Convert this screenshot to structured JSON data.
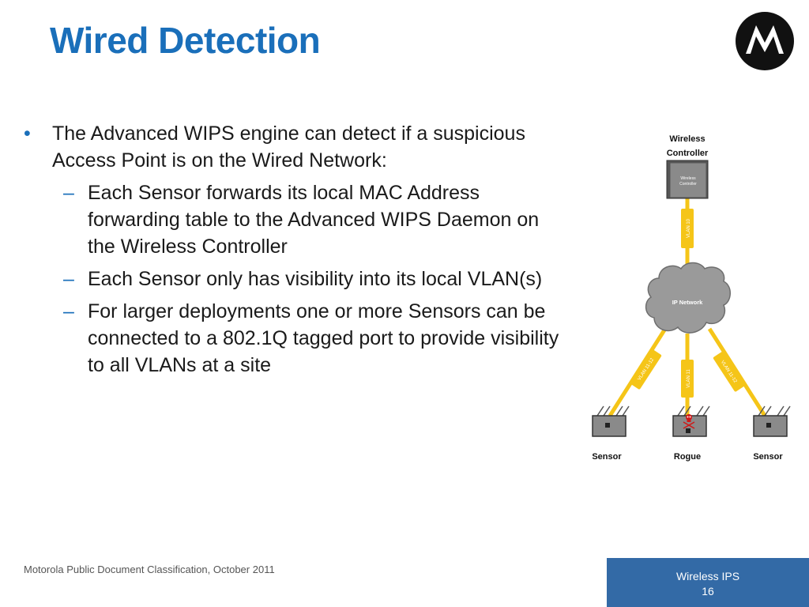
{
  "slide": {
    "title": "Wired Detection",
    "bullets": [
      {
        "text": "The Advanced WIPS engine can detect if a suspicious Access Point is on the Wired Network:",
        "sub": [
          "Each Sensor forwards its local MAC Address forwarding table to the Advanced WIPS Daemon on the Wireless Controller",
          "Each Sensor only has visibility into its local VLAN(s)",
          "For larger deployments one or more Sensors can be connected to a 802.1Q tagged port to provide visibility to all VLANs at a site"
        ]
      }
    ]
  },
  "diagram": {
    "controller_label_line1": "Wireless",
    "controller_label_line2": "Controller",
    "controller_box_line1": "Wireless",
    "controller_box_line2": "Controller",
    "cloud_label": "IP Network",
    "vlan_top": "VLAN 10",
    "vlan_left": "VLAN 11-12",
    "vlan_mid": "VLAN 11",
    "vlan_right": "VLAN 11-12",
    "sensor_left_label": "Sensor",
    "rogue_label": "Rogue",
    "sensor_right_label": "Sensor",
    "link_color": "#f5c518"
  },
  "footer": {
    "classification": "Motorola Public Document Classification, October 2011",
    "box_line1": "Wireless IPS",
    "page_number": "16"
  },
  "colors": {
    "accent": "#1a6fba",
    "footer_box": "#336aa6"
  }
}
